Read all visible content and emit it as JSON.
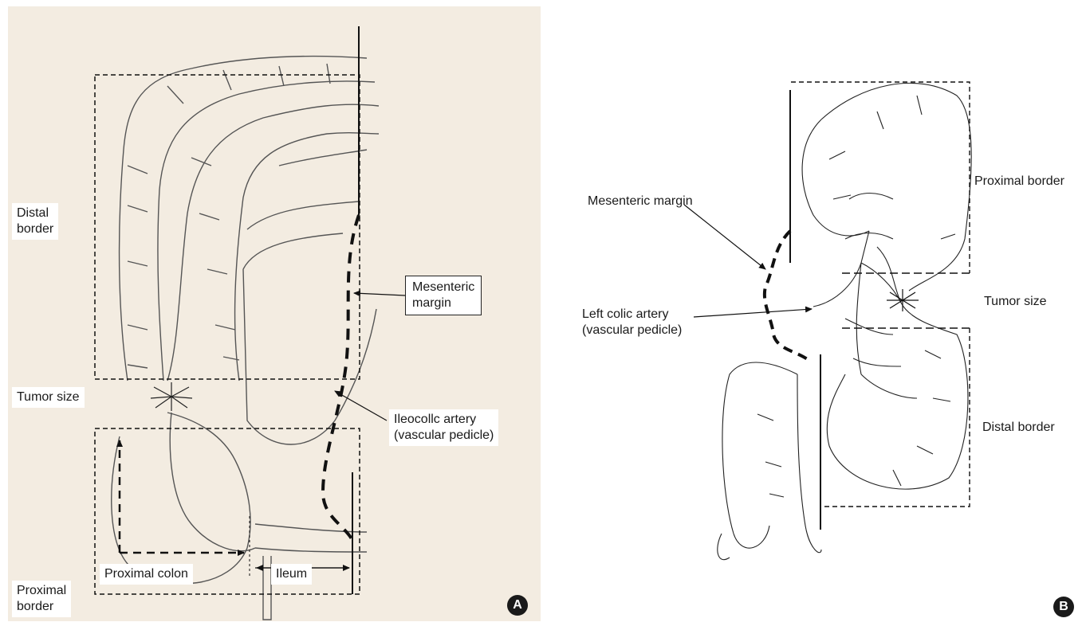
{
  "panel_a": {
    "badge": "A",
    "labels": {
      "distal_border": "Distal\nborder",
      "tumor_size": "Tumor size",
      "proximal_border": "Proximal\nborder",
      "mesenteric_margin": "Mesenteric\nmargin",
      "ileocolic_artery": "Ileocollc artery\n(vascular pedicle)",
      "proximal_colon": "Proximal colon",
      "ileum": "Ileum"
    }
  },
  "panel_b": {
    "badge": "B",
    "labels": {
      "proximal_border": "Proximal border",
      "mesenteric_margin": "Mesenteric margin",
      "tumor_size": "Tumor size",
      "left_colic_artery": "Left colic artery\n(vascular pedicle)",
      "distal_border": "Distal border"
    }
  },
  "colors": {
    "panel_a_background": "#f3ece1",
    "ink": "#1a1a1a",
    "pencil": "#555555"
  }
}
